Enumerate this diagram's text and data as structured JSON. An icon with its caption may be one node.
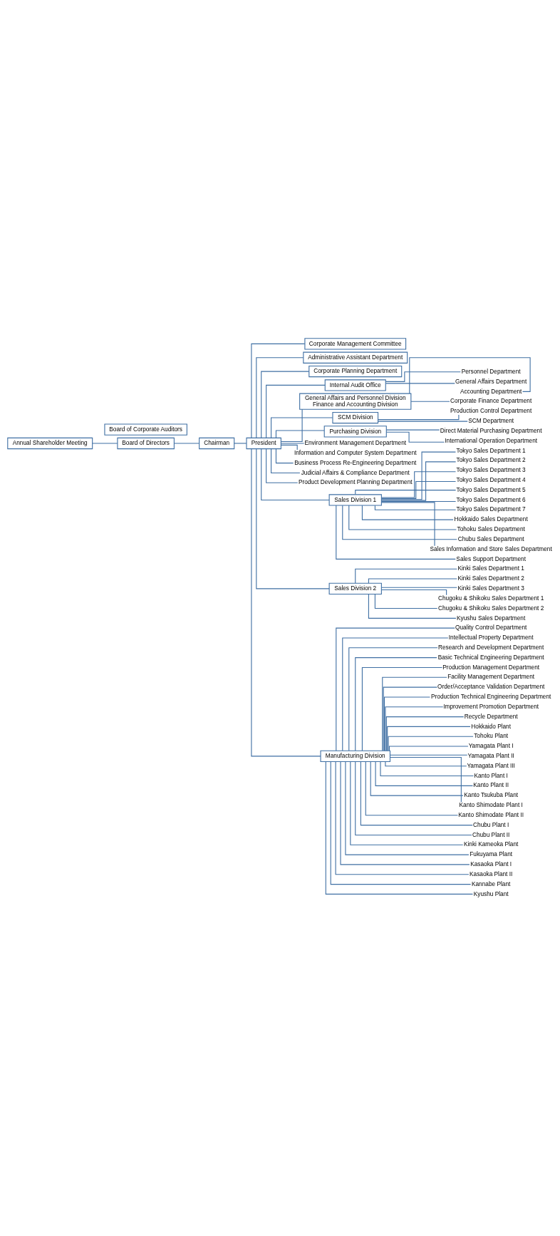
{
  "diagram": {
    "nodes": [
      {
        "text": [
          "Annual Shareholder Meeting"
        ]
      },
      {
        "text": [
          "Board of Directors"
        ]
      },
      {
        "text": [
          "Board of Corporate Auditors"
        ]
      },
      {
        "text": [
          "Chairman"
        ]
      },
      {
        "text": [
          "President"
        ]
      },
      {
        "text": [
          "Corporate Management Committee"
        ]
      },
      {
        "text": [
          "Administrative Assistant Department"
        ]
      },
      {
        "text": [
          "Corporate Planning Department"
        ]
      },
      {
        "text": [
          "Internal Audit Office"
        ]
      },
      {
        "text": [
          "Personnel Department"
        ]
      },
      {
        "text": [
          "General Affairs Department"
        ]
      },
      {
        "text": [
          "General Affairs and Personnel Division",
          "Finance and Accounting Division"
        ]
      },
      {
        "text": [
          "Accounting Department"
        ]
      },
      {
        "text": [
          "Corporate Finance Department"
        ]
      },
      {
        "text": [
          "SCM Division"
        ]
      },
      {
        "text": [
          "Production Control Department"
        ]
      },
      {
        "text": [
          "SCM Department"
        ]
      },
      {
        "text": [
          "Purchasing Division"
        ]
      },
      {
        "text": [
          "Direct Material Purchasing Department"
        ]
      },
      {
        "text": [
          "International Operation Department"
        ]
      },
      {
        "text": [
          "Environment Management Department"
        ]
      },
      {
        "text": [
          "Information and Computer System Department"
        ]
      },
      {
        "text": [
          "Business Process Re-Engineering Department"
        ]
      },
      {
        "text": [
          "Judicial Affairs & Compliance Department"
        ]
      },
      {
        "text": [
          "Product Development Planning Department"
        ]
      },
      {
        "text": [
          "Sales Division 1"
        ]
      },
      {
        "text": [
          "Tokyo Sales Department 1"
        ]
      },
      {
        "text": [
          "Tokyo Sales Department 2"
        ]
      },
      {
        "text": [
          "Tokyo Sales Department 3"
        ]
      },
      {
        "text": [
          "Tokyo Sales Department 4"
        ]
      },
      {
        "text": [
          "Tokyo Sales Department 5"
        ]
      },
      {
        "text": [
          "Tokyo Sales Department 6"
        ]
      },
      {
        "text": [
          "Tokyo Sales Department 7"
        ]
      },
      {
        "text": [
          "Hokkaido Sales Department"
        ]
      },
      {
        "text": [
          "Tohoku Sales Department"
        ]
      },
      {
        "text": [
          "Chubu Sales Department"
        ]
      },
      {
        "text": [
          "Sales Information and Store Sales Department"
        ]
      },
      {
        "text": [
          "Sales Support Department"
        ]
      },
      {
        "text": [
          "Sales Division 2"
        ]
      },
      {
        "text": [
          "Kinki Sales Department 1"
        ]
      },
      {
        "text": [
          "Kinki Sales Department 2"
        ]
      },
      {
        "text": [
          "Kinki Sales Department 3"
        ]
      },
      {
        "text": [
          "Chugoku & Shikoku Sales Department 1"
        ]
      },
      {
        "text": [
          "Chugoku & Shikoku Sales Department 2"
        ]
      },
      {
        "text": [
          "Kyushu Sales Department"
        ]
      },
      {
        "text": [
          "Manufacturing Division"
        ]
      },
      {
        "text": [
          "Quality Control Department"
        ]
      },
      {
        "text": [
          "Intellectual Property Department"
        ]
      },
      {
        "text": [
          "Research and Development Department"
        ]
      },
      {
        "text": [
          "Basic Technical Engineering Department"
        ]
      },
      {
        "text": [
          "Production Management Department"
        ]
      },
      {
        "text": [
          "Facility Management Department"
        ]
      },
      {
        "text": [
          "Order/Acceptance Validation Department"
        ]
      },
      {
        "text": [
          "Production Technical Engineering Department"
        ]
      },
      {
        "text": [
          "Improvement Promotion Department"
        ]
      },
      {
        "text": [
          "Recycle Department"
        ]
      },
      {
        "text": [
          "Hokkaido Plant"
        ]
      },
      {
        "text": [
          "Tohoku Plant"
        ]
      },
      {
        "text": [
          "Yamagata Plant I"
        ]
      },
      {
        "text": [
          "Yamagata Plant II"
        ]
      },
      {
        "text": [
          "Yamagata Plant III"
        ]
      },
      {
        "text": [
          "Kanto Plant I"
        ]
      },
      {
        "text": [
          "Kanto Plant II"
        ]
      },
      {
        "text": [
          "Kanto Tsukuba Plant"
        ]
      },
      {
        "text": [
          "Kanto Shimodate Plant I"
        ]
      },
      {
        "text": [
          "Kanto Shimodate Plant II"
        ]
      },
      {
        "text": [
          "Chubu Plant I"
        ]
      },
      {
        "text": [
          "Chubu Plant II"
        ]
      },
      {
        "text": [
          "Kinki Kameoka Plant"
        ]
      },
      {
        "text": [
          "Fukuyama Plant"
        ]
      },
      {
        "text": [
          "Kasaoka Plant I"
        ]
      },
      {
        "text": [
          "Kasaoka Plant II"
        ]
      },
      {
        "text": [
          "Kannabe Plant"
        ]
      },
      {
        "text": [
          "Kyushu Plant"
        ]
      }
    ],
    "edges": [
      {
        "from": 0,
        "to": 1,
        "arrow": "none"
      },
      {
        "from": 1,
        "to": 3,
        "arrow": "none"
      },
      {
        "from": 3,
        "to": 4,
        "arrow": "none"
      },
      {
        "from": 4,
        "to": 5,
        "arrow": "none"
      },
      {
        "from": 4,
        "to": 6,
        "arrow": "none"
      },
      {
        "from": 4,
        "to": 7,
        "arrow": "none"
      },
      {
        "from": 4,
        "to": 8,
        "arrow": "none"
      },
      {
        "from": 8,
        "to": 9,
        "arrow": "none"
      },
      {
        "from": 8,
        "to": 10,
        "arrow": "none"
      },
      {
        "from": 4,
        "to": 11,
        "arrow": "none"
      },
      {
        "from": 11,
        "to": 12,
        "arrow": "none"
      },
      {
        "from": 11,
        "to": 13,
        "arrow": "none"
      },
      {
        "from": 4,
        "to": 14,
        "arrow": "none"
      },
      {
        "from": 14,
        "to": 15,
        "arrow": "none"
      },
      {
        "from": 14,
        "to": 16,
        "arrow": "none"
      },
      {
        "from": 4,
        "to": 17,
        "arrow": "none"
      },
      {
        "from": 17,
        "to": 18,
        "arrow": "none"
      },
      {
        "from": 17,
        "to": 19,
        "arrow": "none"
      },
      {
        "from": 4,
        "to": 20,
        "arrow": "none"
      },
      {
        "from": 4,
        "to": 21,
        "arrow": "none"
      },
      {
        "from": 4,
        "to": 22,
        "arrow": "none"
      },
      {
        "from": 4,
        "to": 23,
        "arrow": "none"
      },
      {
        "from": 4,
        "to": 24,
        "arrow": "none"
      },
      {
        "from": 4,
        "to": 25,
        "arrow": "none"
      },
      {
        "from": 25,
        "to": 26,
        "arrow": "none"
      },
      {
        "from": 25,
        "to": 27,
        "arrow": "none"
      },
      {
        "from": 25,
        "to": 28,
        "arrow": "none"
      },
      {
        "from": 25,
        "to": 29,
        "arrow": "none"
      },
      {
        "from": 25,
        "to": 30,
        "arrow": "none"
      },
      {
        "from": 25,
        "to": 31,
        "arrow": "none"
      },
      {
        "from": 25,
        "to": 32,
        "arrow": "none"
      },
      {
        "from": 25,
        "to": 33,
        "arrow": "none"
      },
      {
        "from": 25,
        "to": 34,
        "arrow": "none"
      },
      {
        "from": 25,
        "to": 35,
        "arrow": "none"
      },
      {
        "from": 25,
        "to": 36,
        "arrow": "none"
      },
      {
        "from": 25,
        "to": 37,
        "arrow": "none"
      },
      {
        "from": 4,
        "to": 38,
        "arrow": "none"
      },
      {
        "from": 38,
        "to": 39,
        "arrow": "none"
      },
      {
        "from": 38,
        "to": 40,
        "arrow": "none"
      },
      {
        "from": 38,
        "to": 41,
        "arrow": "none"
      },
      {
        "from": 38,
        "to": 42,
        "arrow": "none"
      },
      {
        "from": 38,
        "to": 43,
        "arrow": "none"
      },
      {
        "from": 38,
        "to": 44,
        "arrow": "none"
      },
      {
        "from": 4,
        "to": 45,
        "arrow": "none"
      },
      {
        "from": 45,
        "to": 46,
        "arrow": "none"
      },
      {
        "from": 45,
        "to": 47,
        "arrow": "none"
      },
      {
        "from": 45,
        "to": 48,
        "arrow": "none"
      },
      {
        "from": 45,
        "to": 49,
        "arrow": "none"
      },
      {
        "from": 45,
        "to": 50,
        "arrow": "none"
      },
      {
        "from": 45,
        "to": 51,
        "arrow": "none"
      },
      {
        "from": 45,
        "to": 52,
        "arrow": "none"
      },
      {
        "from": 45,
        "to": 53,
        "arrow": "none"
      },
      {
        "from": 45,
        "to": 54,
        "arrow": "none"
      },
      {
        "from": 45,
        "to": 55,
        "arrow": "none"
      },
      {
        "from": 45,
        "to": 56,
        "arrow": "none"
      },
      {
        "from": 45,
        "to": 57,
        "arrow": "none"
      },
      {
        "from": 45,
        "to": 58,
        "arrow": "none"
      },
      {
        "from": 45,
        "to": 59,
        "arrow": "none"
      },
      {
        "from": 45,
        "to": 60,
        "arrow": "none"
      },
      {
        "from": 45,
        "to": 61,
        "arrow": "none"
      },
      {
        "from": 45,
        "to": 62,
        "arrow": "none"
      },
      {
        "from": 45,
        "to": 63,
        "arrow": "none"
      },
      {
        "from": 45,
        "to": 64,
        "arrow": "none"
      },
      {
        "from": 45,
        "to": 65,
        "arrow": "none"
      },
      {
        "from": 45,
        "to": 66,
        "arrow": "none"
      },
      {
        "from": 45,
        "to": 67,
        "arrow": "none"
      },
      {
        "from": 45,
        "to": 68,
        "arrow": "none"
      },
      {
        "from": 45,
        "to": 69,
        "arrow": "none"
      },
      {
        "from": 45,
        "to": 70,
        "arrow": "none"
      },
      {
        "from": 45,
        "to": 71,
        "arrow": "none"
      },
      {
        "from": 45,
        "to": 72,
        "arrow": "none"
      },
      {
        "from": 45,
        "to": 73,
        "arrow": "none"
      }
    ]
  }
}
